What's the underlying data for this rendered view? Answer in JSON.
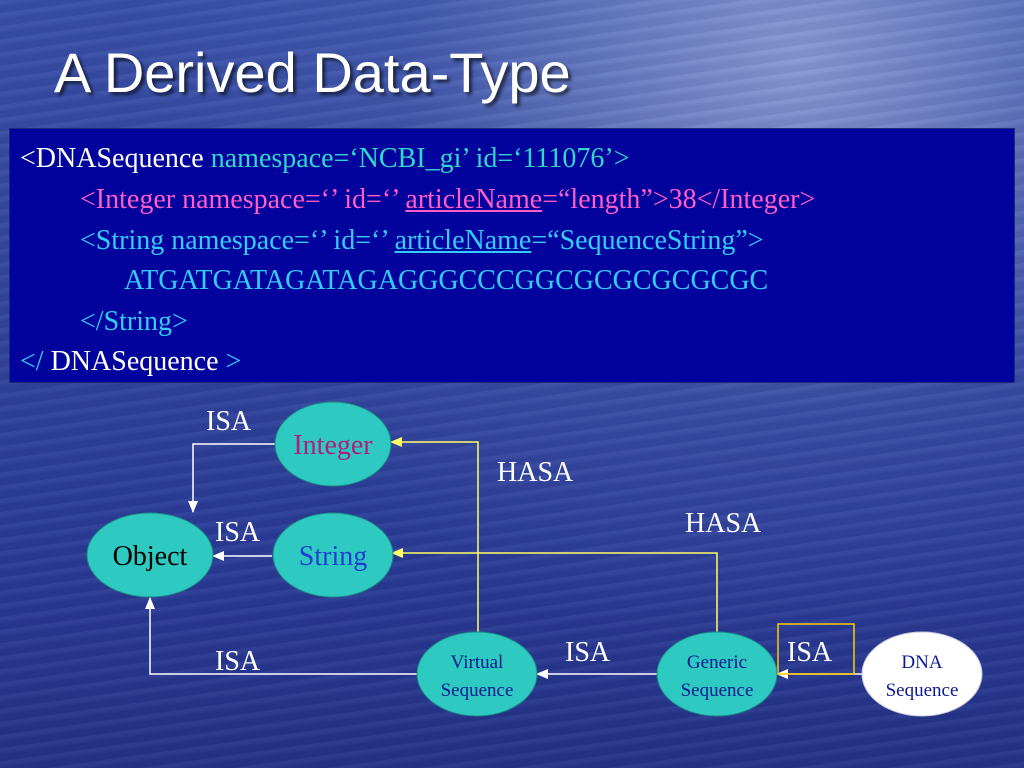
{
  "slide": {
    "title": "A Derived Data-Type"
  },
  "code": {
    "line1_open": "<DNASequence",
    "line1_attrs": " namespace=‘NCBI_gi’ id=‘111076’>",
    "line2_prefix": "<Integer namespace=‘’ id=‘’ ",
    "line2_article": "articleName",
    "line2_suffix": "=“length”>38</Integer>",
    "line3_prefix": "<String namespace=‘’ id=‘’ ",
    "line3_article": "articleName",
    "line3_suffix": "=“SequenceString”>",
    "line4_sequence": "ATGATGATAGATAGAGGGCCCGGCGCGCGCGCGC",
    "line5_close_string": "</String>",
    "line6_close_bracket1": "</",
    "line6_name": " DNASequence ",
    "line6_close_bracket2": ">"
  },
  "diagram": {
    "nodes": {
      "integer": "Integer",
      "object": "Object",
      "string": "String",
      "virtual_line1": "Virtual",
      "virtual_line2": "Sequence",
      "generic_line1": "Generic",
      "generic_line2": "Sequence",
      "dna_line1": "DNA",
      "dna_line2": "Sequence"
    },
    "edge_labels": {
      "isa_integer": "ISA",
      "isa_string": "ISA",
      "isa_virtual": "ISA",
      "isa_generic": "ISA",
      "isa_dna": "ISA",
      "hasa_integer": "HASA",
      "hasa_string": "HASA"
    },
    "colors": {
      "node_fill": "#2ec9c0",
      "dna_fill": "#ffffff",
      "isa_arrow": "#ffffff",
      "hasa_arrow": "#ffff66",
      "highlight_box": "#ffcc00",
      "integer_text": "#b0207a",
      "string_text": "#1f3fd0",
      "object_text": "#000000",
      "small_node_text": "#0b1a90"
    }
  }
}
